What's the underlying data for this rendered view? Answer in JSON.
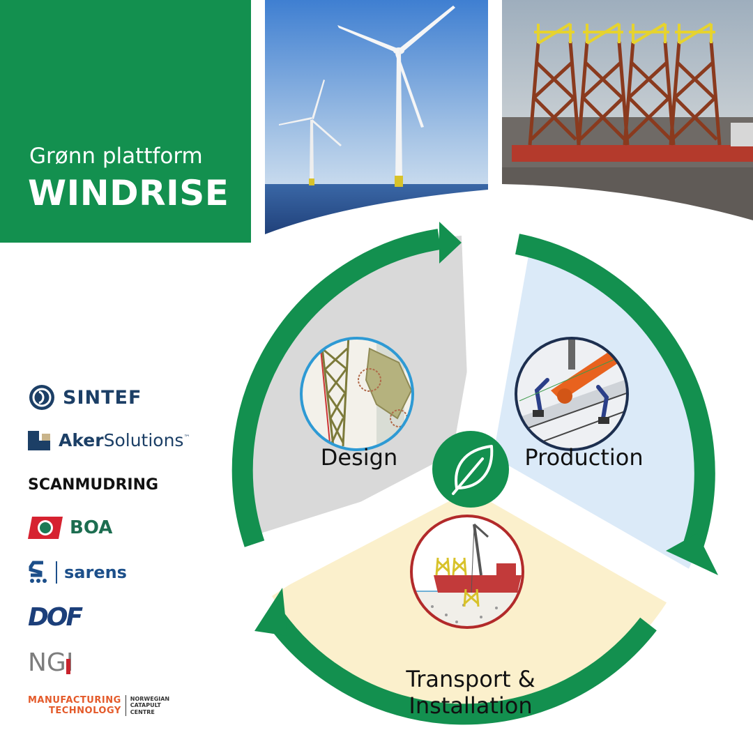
{
  "header": {
    "line1": "Grønn plattform",
    "line2": "WINDRISE"
  },
  "photos": [
    {
      "name": "offshore-wind-turbines-photo"
    },
    {
      "name": "jacket-foundations-barge-photo"
    }
  ],
  "cycle": {
    "segments": [
      {
        "label": "Design",
        "icon": "jacket-node-model"
      },
      {
        "label": "Production",
        "icon": "robotic-welding"
      },
      {
        "label": "Transport &\nInstallation",
        "icon": "installation-vessel"
      }
    ],
    "center_icon": "leaf-icon"
  },
  "colors": {
    "brand_green": "#13904f",
    "design_bg": "#d9d9d9",
    "production_bg": "#dbeaf8",
    "transport_bg": "#fbf0cc"
  },
  "partners": [
    {
      "name": "SINTEF"
    },
    {
      "name": "Aker",
      "name2": "Solutions",
      "tm": "™"
    },
    {
      "name": "SCAN",
      "name2": "MUDRING"
    },
    {
      "name": "BOA"
    },
    {
      "name": "sarens"
    },
    {
      "name": "DOF"
    },
    {
      "name": "NGI"
    },
    {
      "name": "MANUFACTURING",
      "name2": "TECHNOLOGY",
      "sub": [
        "NORWEGIAN",
        "CATAPULT",
        "CENTRE"
      ]
    }
  ]
}
